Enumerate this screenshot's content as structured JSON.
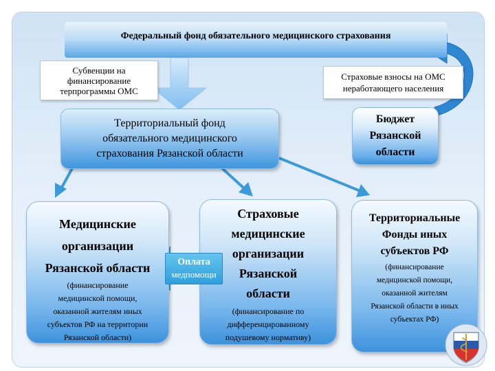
{
  "colors": {
    "accent": "#3f96de",
    "arrow": "#3b9ad8",
    "background": "#e6f0fa",
    "pay_arrow": "#2f9fdc"
  },
  "federal_fund": {
    "label": "Федеральный фонд обязательного медицинского страхования"
  },
  "subventions": {
    "line1": "Субвенции на",
    "line2": "финансирование",
    "line3": "терпрограммы ОМС"
  },
  "contributions": {
    "line1": "Страховые взносы на ОМС",
    "line2": "неработающего населения"
  },
  "territorial_fund": {
    "line1": "Территориальный фонд",
    "line2": "обязательного медицинского",
    "line3": "страхования Рязанской области"
  },
  "budget": {
    "line1": "Бюджет",
    "line2": "Рязанской",
    "line3": "области"
  },
  "medical_orgs": {
    "title1": "Медицинские",
    "title2": "организации",
    "title3": "Рязанской области",
    "note1": "(финансирование",
    "note2": "медицинской помощи,",
    "note3": "оказанной жителям иных",
    "note4": "субъектов РФ на территории",
    "note5": "Рязанской области)"
  },
  "insurance_orgs": {
    "title1": "Страховые",
    "title2": "медицинские",
    "title3": "организации",
    "title4": "Рязанской",
    "title5": "области",
    "note1": "(финансирование по",
    "note2": "дифференцированному",
    "note3": "подушевому нормативу)"
  },
  "other_funds": {
    "title1": "Территориальные",
    "title2": "Фонды иных",
    "title3": "субъектов РФ",
    "note1": "(финансирование",
    "note2": "медицинской помощи,",
    "note3": "оказанной жителям",
    "note4": "Рязанской области в иных",
    "note5": "субъектах РФ)"
  },
  "payment": {
    "line1": "Оплата",
    "line2": "медпомощи"
  },
  "icons": {
    "emblem": "shield-emblem-icon",
    "return_arrow": "curved-arrow-icon"
  }
}
